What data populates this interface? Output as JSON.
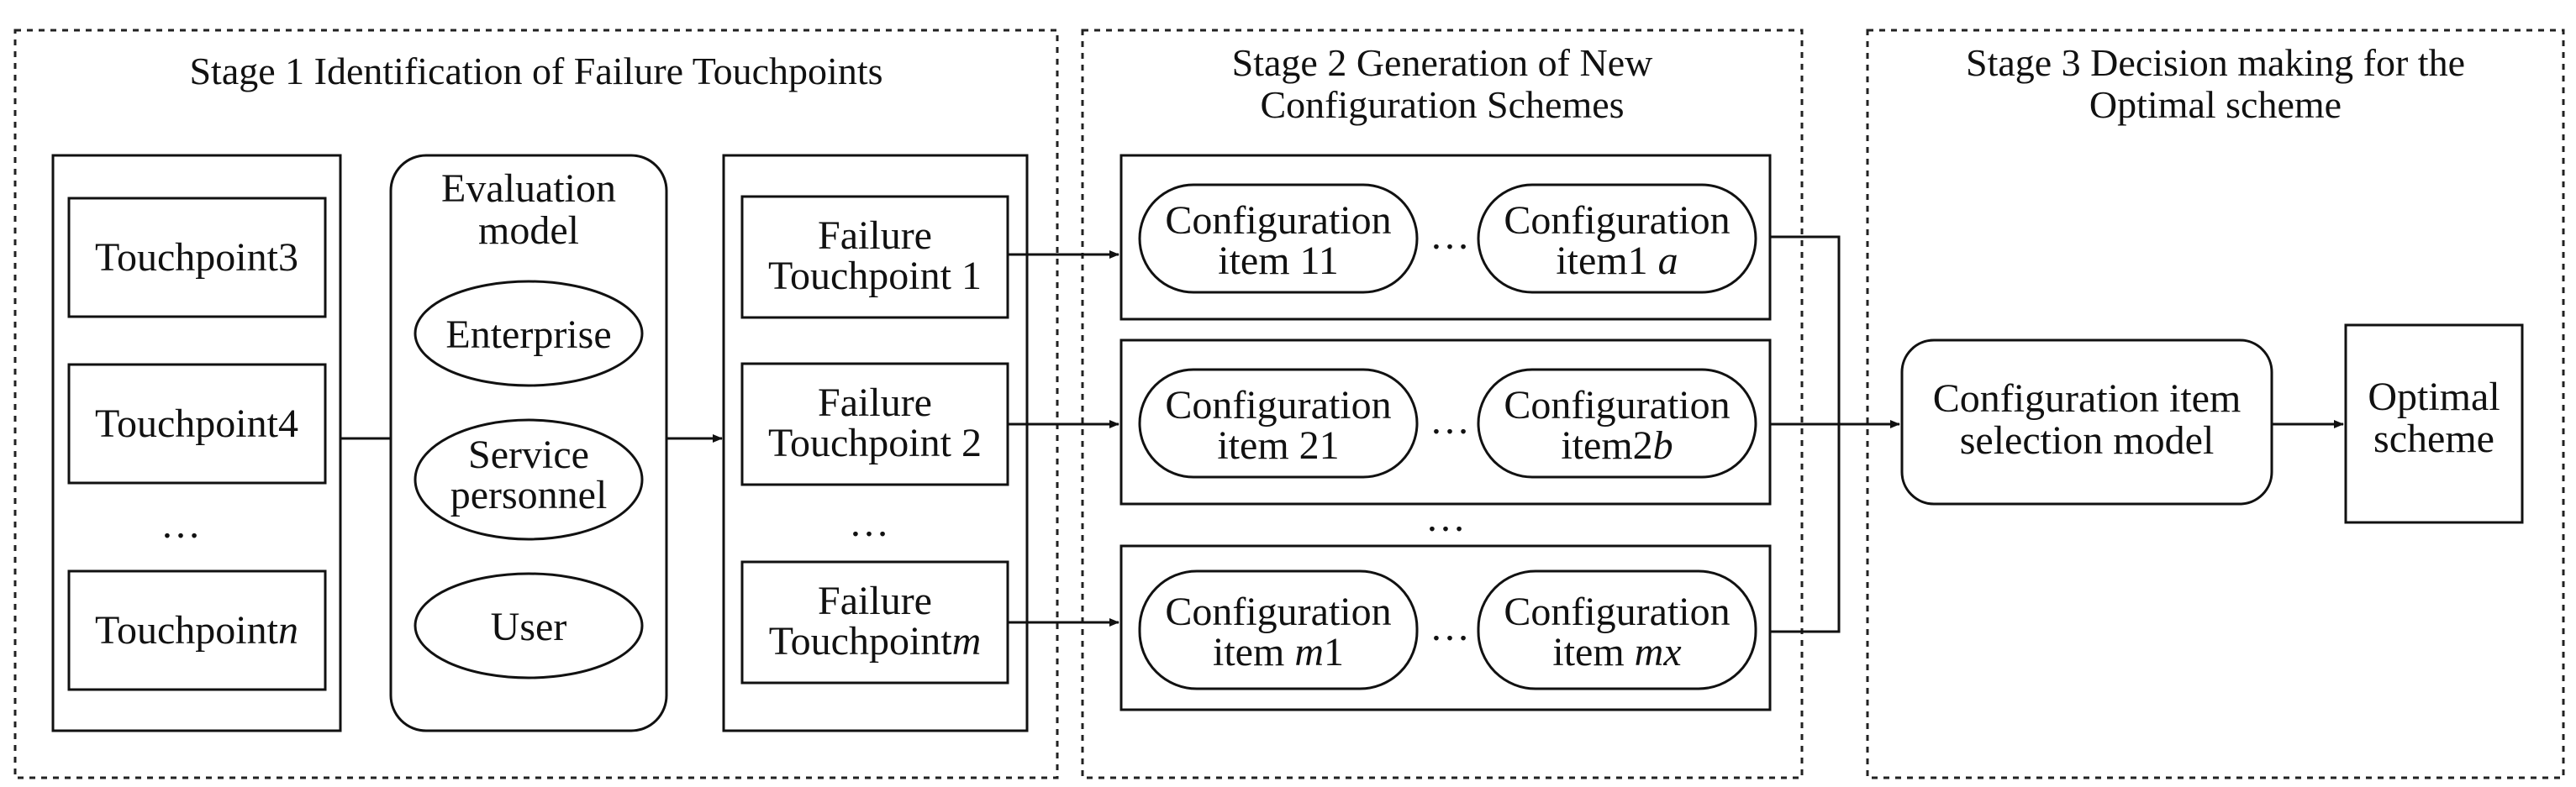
{
  "stages": {
    "stage1": {
      "title": "Stage 1  Identification of Failure Touchpoints"
    },
    "stage2": {
      "title_line1": "Stage 2  Generation of New",
      "title_line2": "Configuration Schemes"
    },
    "stage3": {
      "title_line1": "Stage 3  Decision making for the",
      "title_line2": "Optimal scheme"
    }
  },
  "touchpoints": [
    "Touchpoint3",
    "Touchpoint4",
    "…",
    "Touchpointn"
  ],
  "touchpoint_last": {
    "prefix": "Touchpoint",
    "var": "n"
  },
  "evaluation_model": {
    "title_line1": "Evaluation",
    "title_line2": "model",
    "ellipses": [
      {
        "line1": "Enterprise",
        "line2": ""
      },
      {
        "line1": "Service",
        "line2": "personnel"
      },
      {
        "line1": "User",
        "line2": ""
      }
    ]
  },
  "failure_touchpoints": {
    "f1": {
      "line1": "Failure",
      "line2": "Touchpoint 1"
    },
    "f2": {
      "line1": "Failure",
      "line2": "Touchpoint 2"
    },
    "ellipsis": "…",
    "fm": {
      "line1": "Failure",
      "line2_prefix": "Touchpoint",
      "line2_var": "m"
    }
  },
  "configuration_rows": {
    "row1": {
      "left": {
        "line1": "Configuration",
        "line2": "item 11"
      },
      "dots": "…",
      "right": {
        "line1": "Configuration",
        "line2_prefix": "item1 ",
        "line2_var": "a"
      }
    },
    "row2": {
      "left": {
        "line1": "Configuration",
        "line2": "item 21"
      },
      "dots": "…",
      "right": {
        "line1": "Configuration",
        "line2_prefix": "item2",
        "line2_var": "b"
      }
    },
    "between": "…",
    "row3": {
      "left": {
        "line1": "Configuration",
        "line2_prefix": "item ",
        "line2_var": "m",
        "line2_suffix": "1"
      },
      "dots": "…",
      "right": {
        "line1": "Configuration",
        "line2_prefix": "item  ",
        "line2_var": "mx"
      }
    }
  },
  "selection_model": {
    "line1": "Configuration item",
    "line2": "selection model"
  },
  "optimal": {
    "line1": "Optimal",
    "line2": "scheme"
  }
}
